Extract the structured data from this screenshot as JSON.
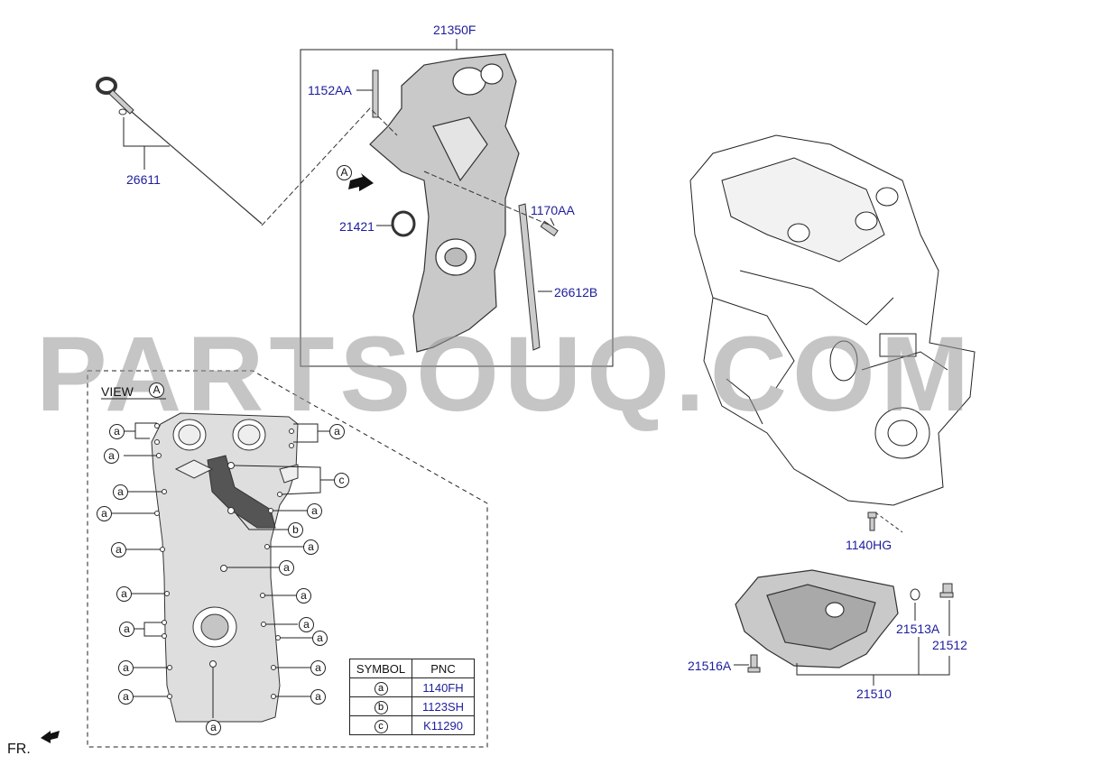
{
  "labels": {
    "p21350F": "21350F",
    "p1152AA": "1152AA",
    "p26611": "26611",
    "p21421": "21421",
    "p1170AA": "1170AA",
    "p26612B": "26612B",
    "p1140HG": "1140HG",
    "p21513A": "21513A",
    "p21512": "21512",
    "p21516A": "21516A",
    "p21510": "21510"
  },
  "view": {
    "word": "VIEW",
    "mark": "A"
  },
  "arrow_mark": "A",
  "front_label": "FR.",
  "watermark": "PARTSOUQ.COM",
  "callouts": {
    "a": "a",
    "b": "b",
    "c": "c"
  },
  "symbol_table": {
    "headers": [
      "SYMBOL",
      "PNC"
    ],
    "rows": [
      {
        "symbol": "a",
        "pnc": "1140FH"
      },
      {
        "symbol": "b",
        "pnc": "1123SH"
      },
      {
        "symbol": "c",
        "pnc": "K11290"
      }
    ]
  },
  "colors": {
    "part_number": "#1d1d9e",
    "line": "#222222",
    "part_fill": "#c9c9c9"
  }
}
